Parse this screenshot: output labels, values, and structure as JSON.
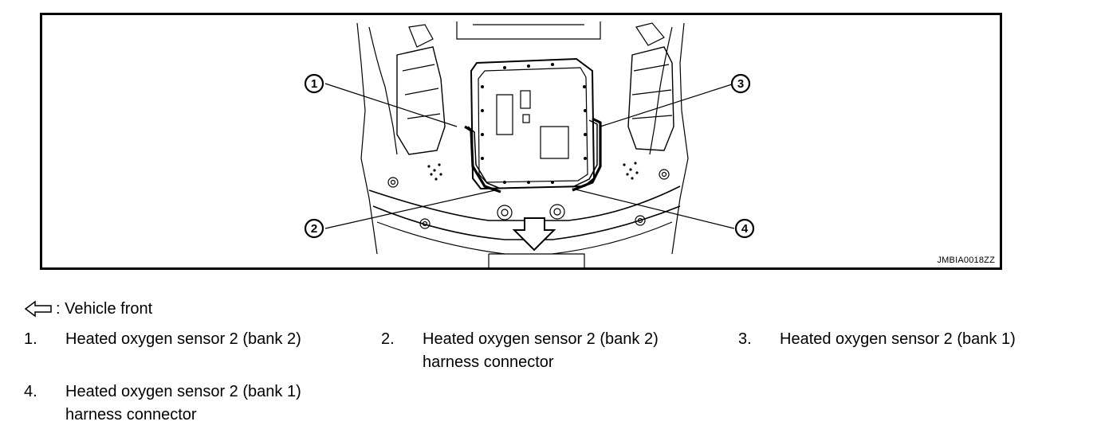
{
  "figure": {
    "image_id": "JMBIA0018ZZ",
    "callouts": [
      "1",
      "2",
      "3",
      "4"
    ]
  },
  "legend": {
    "front_label": ": Vehicle front",
    "front_icon": "arrow-left-outline-icon",
    "items": [
      {
        "number": "1.",
        "line1": "Heated oxygen sensor 2 (bank 2)",
        "line2": ""
      },
      {
        "number": "2.",
        "line1": "Heated oxygen sensor 2 (bank 2)",
        "line2": "harness connector"
      },
      {
        "number": "3.",
        "line1": "Heated oxygen sensor 2 (bank 1)",
        "line2": ""
      },
      {
        "number": "4.",
        "line1": "Heated oxygen sensor 2 (bank 1)",
        "line2": "harness connector"
      }
    ]
  }
}
